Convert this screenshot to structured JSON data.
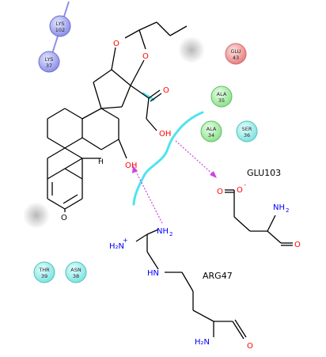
{
  "colors": {
    "polar_residue": "#7ee8e0",
    "hydrophobic_residue": "#9ee69e",
    "positive_residue": "#8b8fe6",
    "negative_residue": "#f08c8c",
    "pocket_line": "#4fe3f0",
    "hbond": "#cc44dd"
  },
  "residues": {
    "lys102": {
      "name": "LYS",
      "num": "102"
    },
    "lys37": {
      "name": "LYS",
      "num": "37"
    },
    "glu43": {
      "name": "GLU",
      "num": "43"
    },
    "ala35": {
      "name": "ALA",
      "num": "35"
    },
    "ala34": {
      "name": "ALA",
      "num": "34"
    },
    "ser36": {
      "name": "SER",
      "num": "36"
    },
    "thr39": {
      "name": "THR",
      "num": "39"
    },
    "asn38": {
      "name": "ASN",
      "num": "38"
    }
  },
  "labels": {
    "glu103": "GLU103",
    "arg47": "ARG47"
  },
  "atoms": {
    "o_ring1": "O",
    "o_ring2": "O",
    "o_ketone": "O",
    "oh_side": "OH",
    "oh_ring": "OH",
    "h_stereo": "H",
    "o_enone": "O",
    "o_carboxyl": "O",
    "o_carboxylate": "O",
    "carboxylate_charge": "-",
    "glu_n": "NH",
    "glu_n_sub": "2",
    "glu_o_ald": "O",
    "arg_n_left": "H₂N",
    "arg_n_left_charge": "+",
    "arg_n_right": "NH",
    "arg_n_right_sub": "2",
    "arg_nh": "HN",
    "arg_n_bottom": "H₂N",
    "arg_o_ald": "O"
  }
}
